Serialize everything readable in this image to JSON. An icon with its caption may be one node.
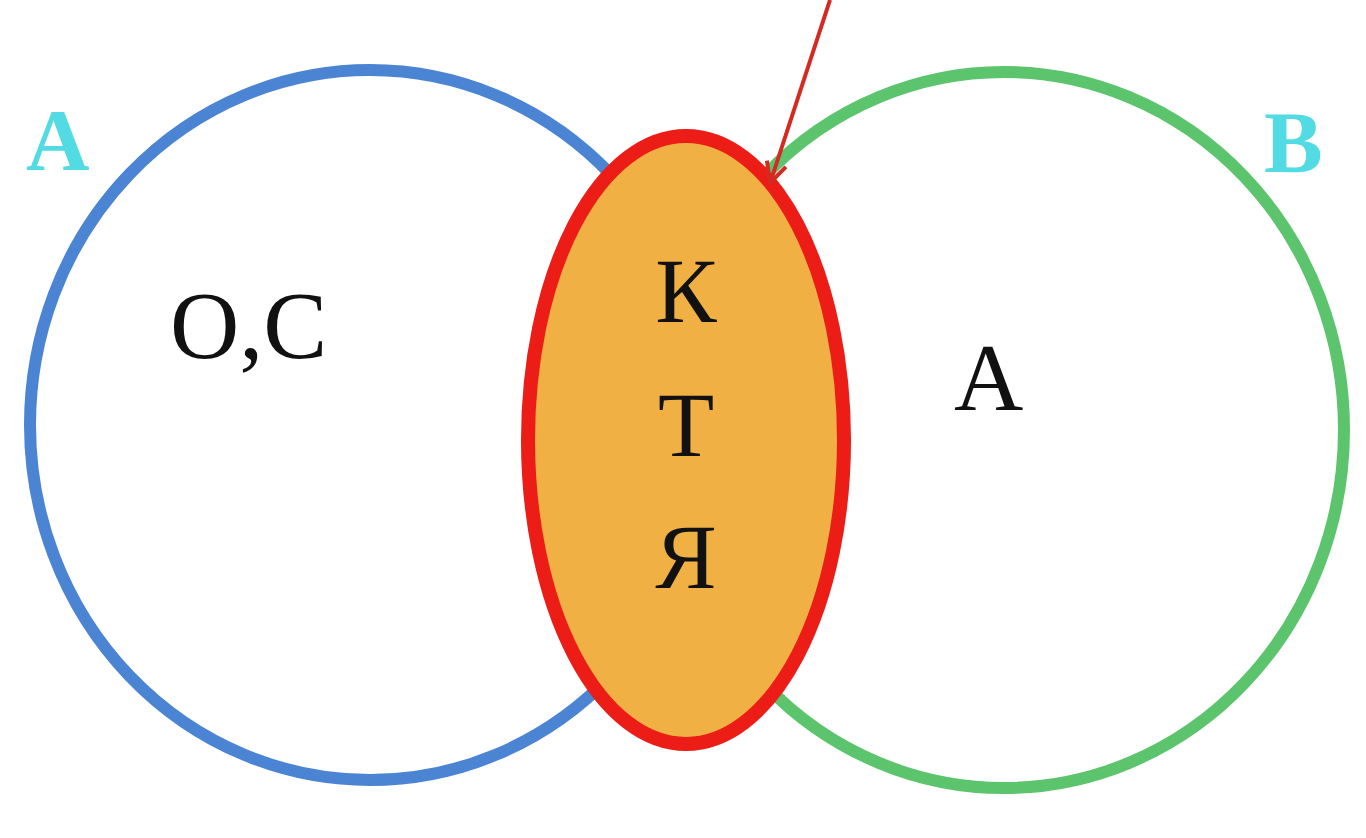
{
  "diagram": {
    "nodes": [
      {
        "text": [
          "A",
          "О,С"
        ]
      },
      {
        "text": [
          "B",
          "А"
        ]
      },
      {
        "text": [
          "К Т Я"
        ]
      }
    ],
    "edges": [
      {
        "from": null,
        "to": 2,
        "arrow": "to",
        "color": "#d42a22"
      }
    ]
  }
}
